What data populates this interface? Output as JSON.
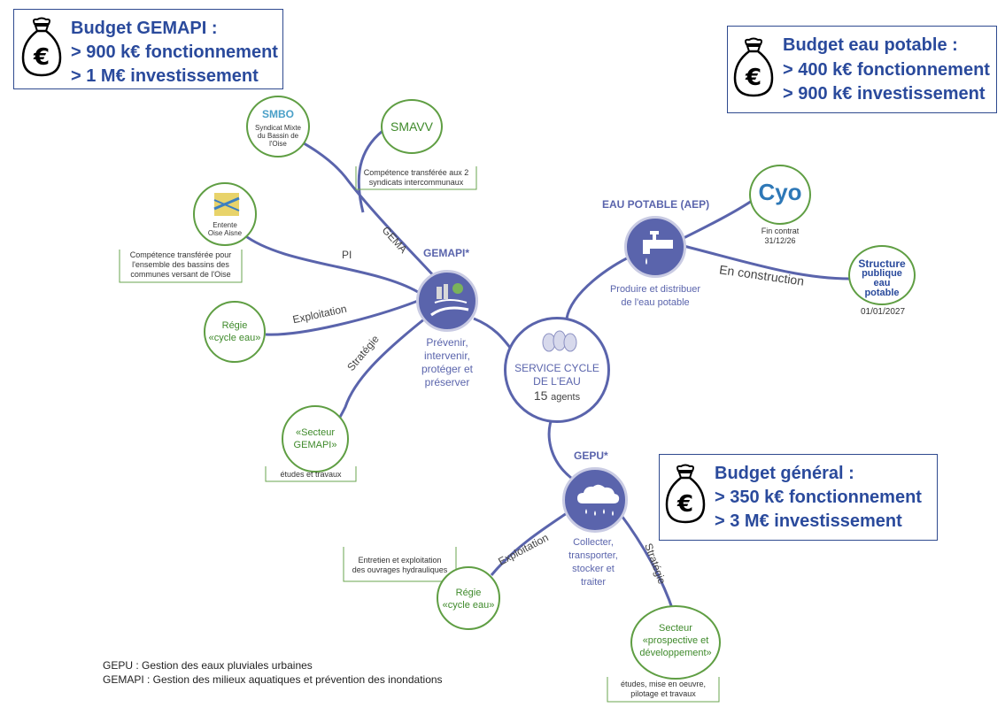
{
  "budgets": {
    "gemapi": {
      "title": "Budget GEMAPI :",
      "line1": "> 900 k€ fonctionnement",
      "line2": "> 1 M€ investissement"
    },
    "eau_potable": {
      "title": "Budget eau potable :",
      "line1": "> 400 k€ fonctionnement",
      "line2": "> 900 k€ investissement"
    },
    "general": {
      "title": "Budget général :",
      "line1": "> 350 k€ fonctionnement",
      "line2": "> 3 M€ investissement"
    }
  },
  "center": {
    "line1": "SERVICE CYCLE",
    "line2": "DE L'EAU",
    "agents_num": "15",
    "agents_label": "agents"
  },
  "gemapi": {
    "title": "GEMAPI*",
    "desc1": "Prévenir,",
    "desc2": "intervenir,",
    "desc3": "protéger et",
    "desc4": "préserver",
    "smbo": {
      "logo": "SMBO",
      "l1": "Syndicat Mixte",
      "l2": "du Bassin de",
      "l3": "l'Oise"
    },
    "smavv": "SMAVV",
    "note_smavv": {
      "l1": "Compétence transférée aux 2",
      "l2": "syndicats intercommunaux"
    },
    "entente": {
      "l1": "Entente",
      "l2": "Oise Aisne"
    },
    "note_entente": {
      "l1": "Compétence transférée pour",
      "l2": "l'ensemble des bassins des",
      "l3": "communes versant de l'Oise"
    },
    "edge_gema": "GEMA",
    "edge_pi": "PI",
    "edge_exploitation": "Exploitation",
    "edge_strategie": "Stratégie",
    "regie": {
      "l1": "Régie",
      "l2": "«cycle eau»"
    },
    "secteur": {
      "l1": "«Secteur",
      "l2": "GEMAPI»"
    },
    "note_secteur": "études et travaux"
  },
  "aep": {
    "title": "EAU POTABLE (AEP)",
    "desc1": "Produire et distribuer",
    "desc2": "de l'eau potable",
    "cyo": "Cyo",
    "cyo_note1": "Fin contrat",
    "cyo_note2": "31/12/26",
    "edge_construction": "En construction",
    "structure": {
      "l1": "Structure",
      "l2": "publique",
      "l3": "eau",
      "l4": "potable"
    },
    "structure_date": "01/01/2027"
  },
  "gepu": {
    "title": "GEPU*",
    "desc1": "Collecter,",
    "desc2": "transporter,",
    "desc3": "stocker et",
    "desc4": "traiter",
    "edge_exploitation": "Exploitation",
    "edge_strategie": "Stratégie",
    "note_regie": {
      "l1": "Entretien et exploitation",
      "l2": "des ouvrages hydrauliques"
    },
    "regie": {
      "l1": "Régie",
      "l2": "«cycle eau»"
    },
    "secteur": {
      "l1": "Secteur",
      "l2": "«prospective et",
      "l3": "développement»"
    },
    "note_secteur": {
      "l1": "études, mise en oeuvre,",
      "l2": "pilotage et travaux"
    }
  },
  "footer": {
    "line1": "GEPU : Gestion des eaux pluviales urbaines",
    "line2": "GEMAPI : Gestion des milieux aquatiques et prévention des inondations"
  },
  "colors": {
    "blue": "#5a64ac",
    "green": "#5f9e43",
    "budget_text": "#2a4a9c"
  }
}
